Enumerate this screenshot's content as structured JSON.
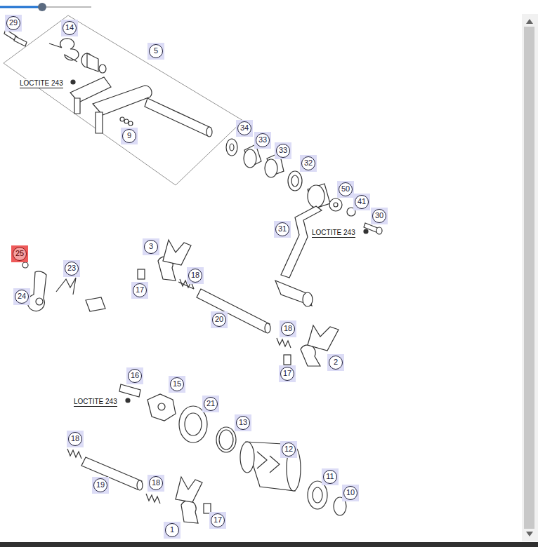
{
  "diagram": {
    "labels": [
      "29",
      "14",
      "5",
      "LOCTITE 243",
      "9",
      "34",
      "33",
      "33",
      "32",
      "50",
      "41",
      "30",
      "LOCTITE 243",
      "31",
      "25",
      "3",
      "23",
      "24",
      "18",
      "17",
      "20",
      "18",
      "2",
      "17",
      "16",
      "15",
      "21",
      "LOCTITE 243",
      "13",
      "12",
      "18",
      "19",
      "18",
      "11",
      "10",
      "1",
      "17"
    ]
  }
}
